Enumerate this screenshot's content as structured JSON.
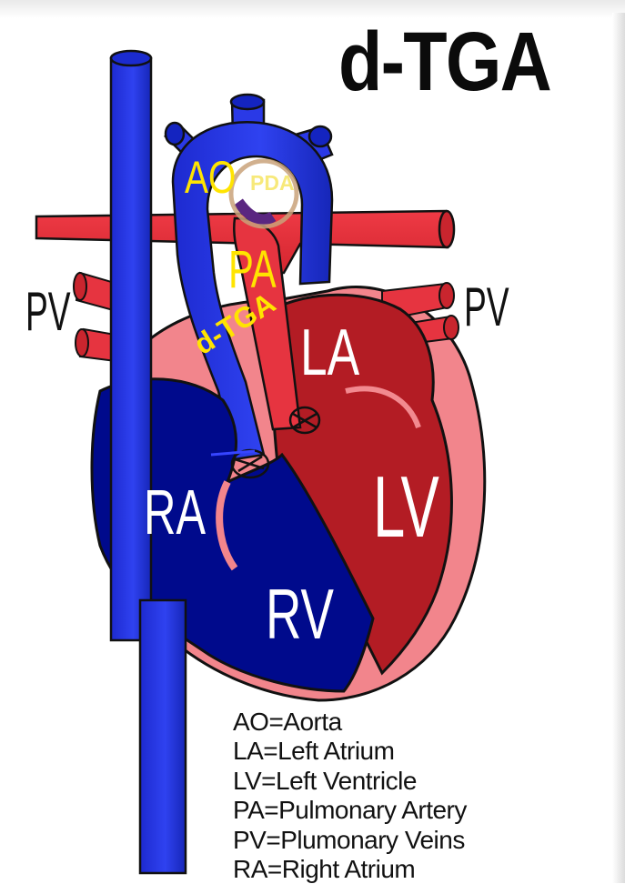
{
  "title": "d-TGA",
  "labels": {
    "ao": "AO",
    "pda": "PDA",
    "pa": "PA",
    "dtga": "d-TGA",
    "la": "LA",
    "lv": "LV",
    "ra": "RA",
    "rv": "RV",
    "pv_left": "PV",
    "pv_right": "PV"
  },
  "legend": [
    "AO=Aorta",
    "LA=Left Atrium",
    "LV=Left Ventricle",
    "PA=Pulmonary Artery",
    "PV=Plumonary Veins",
    "RA=Right Atrium"
  ],
  "colors": {
    "blue_vessel": "#2a39e6",
    "deep_blue": "#000a8c",
    "red_vessel": "#e63440",
    "dark_red": "#b31c24",
    "pink_wall": "#f0838a",
    "label_yellow": "#ffe400"
  }
}
